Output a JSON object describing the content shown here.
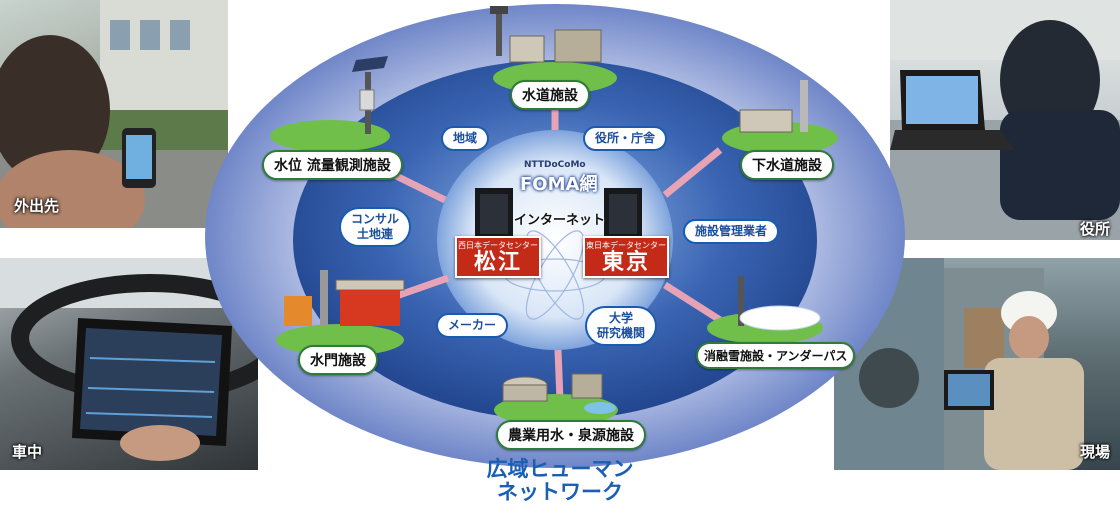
{
  "photos": {
    "top_left": "外出先",
    "top_right": "役所",
    "bottom_left": "車中",
    "bottom_right": "現場"
  },
  "facilities": {
    "water_supply": "水道施設",
    "sewerage": "下水道施設",
    "water_level": "水位 流量観測施設",
    "sluice": "水門施設",
    "snow_melt": "消融雪施設・アンダーパス",
    "agriculture": "農業用水・泉源施設"
  },
  "stakeholders": {
    "region": "地域",
    "office": "役所・庁舎",
    "consultant_line1": "コンサル",
    "consultant_line2": "土地連",
    "facility_manager": "施設管理業者",
    "maker": "メーカー",
    "university_line1": "大学",
    "university_line2": "研究機関"
  },
  "center": {
    "carrier": "NTTDoCoMo",
    "network": "FOMA網",
    "internet": "インターネット",
    "west_label": "西日本データセンター",
    "west_city": "松江",
    "east_label": "東日本データセンター",
    "east_city": "東京"
  },
  "title_line1": "広域ヒューマン",
  "title_line2": "ネットワーク",
  "colors": {
    "outer_ellipse": "#6f86c8",
    "middle_ellipse": "#3a65b3",
    "inner_circle": "#ffffff",
    "spoke": "#f0a7b6",
    "facility_border": "#2e7b3a",
    "dc_red": "#c42a18",
    "title_blue": "#1a5fb4"
  },
  "icons": [
    "phone-icon",
    "laptop-icon",
    "tablet-icon",
    "server-icon",
    "sensor-pole-icon",
    "building-icon",
    "tank-icon"
  ]
}
